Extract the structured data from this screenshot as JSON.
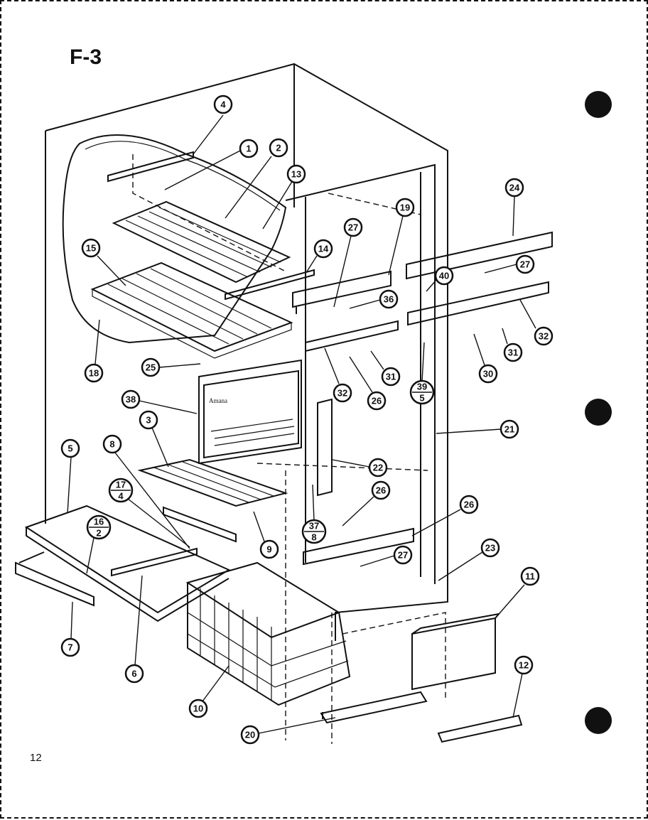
{
  "figure_label": "F-3",
  "page_number": "12",
  "panel_text": "Amana",
  "callouts": [
    {
      "id": "c4",
      "text": "4"
    },
    {
      "id": "c1",
      "text": "1"
    },
    {
      "id": "c2",
      "text": "2"
    },
    {
      "id": "c13",
      "text": "13"
    },
    {
      "id": "c24",
      "text": "24"
    },
    {
      "id": "c19",
      "text": "19"
    },
    {
      "id": "c27a",
      "text": "27"
    },
    {
      "id": "c27b",
      "text": "27"
    },
    {
      "id": "c15",
      "text": "15"
    },
    {
      "id": "c14",
      "text": "14"
    },
    {
      "id": "c40",
      "text": "40"
    },
    {
      "id": "c36",
      "text": "36"
    },
    {
      "id": "c32a",
      "text": "32"
    },
    {
      "id": "c31a",
      "text": "31"
    },
    {
      "id": "c30",
      "text": "30"
    },
    {
      "id": "c18",
      "text": "18"
    },
    {
      "id": "c25",
      "text": "25"
    },
    {
      "id": "c31b",
      "text": "31"
    },
    {
      "id": "c32b",
      "text": "32"
    },
    {
      "id": "c26a",
      "text": "26"
    },
    {
      "id": "c38",
      "text": "38"
    },
    {
      "id": "c21",
      "text": "21"
    },
    {
      "id": "c3",
      "text": "3"
    },
    {
      "id": "c22",
      "text": "22"
    },
    {
      "id": "c5",
      "text": "5"
    },
    {
      "id": "c8",
      "text": "8"
    },
    {
      "id": "c26b",
      "text": "26"
    },
    {
      "id": "c26c",
      "text": "26"
    },
    {
      "id": "c9",
      "text": "9"
    },
    {
      "id": "c27c",
      "text": "27"
    },
    {
      "id": "c23",
      "text": "23"
    },
    {
      "id": "c11",
      "text": "11"
    },
    {
      "id": "c7",
      "text": "7"
    },
    {
      "id": "c6",
      "text": "6"
    },
    {
      "id": "c12",
      "text": "12"
    },
    {
      "id": "c10",
      "text": "10"
    },
    {
      "id": "c20",
      "text": "20"
    }
  ],
  "fraction_callouts": [
    {
      "id": "f39-5",
      "top": "39",
      "bottom": "5"
    },
    {
      "id": "f17-4",
      "top": "17",
      "bottom": "4"
    },
    {
      "id": "f16-2",
      "top": "16",
      "bottom": "2"
    },
    {
      "id": "f37-8",
      "top": "37",
      "bottom": "8"
    }
  ]
}
